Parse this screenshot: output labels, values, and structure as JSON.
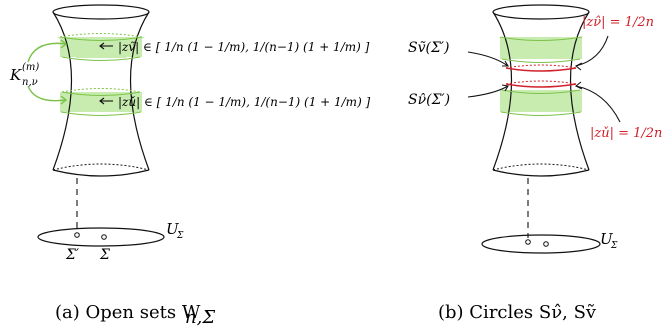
{
  "panel_a": {
    "upper_label": "|zṽ| ∈ [ 1/n (1 − 1/m), 1/(n−1) (1 + 1/m) ]",
    "lower_label": "|zǔ| ∈ [ 1/n (1 − 1/m), 1/(n−1) (1 + 1/m) ]",
    "k_label": "K",
    "k_sup": "(m)",
    "k_sub": "n,ν",
    "u_label": "U",
    "u_sub": "Σ",
    "sigma_prime": "Σ′",
    "sigma": "Σ",
    "caption": "(a) Open sets W",
    "caption_sub": "n,Σ"
  },
  "panel_b": {
    "s_upper": "Sṽ(Σ′)",
    "s_lower": "Sν̂(Σ′)",
    "red_upper": "|zν̂| = 1/2n",
    "red_lower": "|zǔ| = 1/2n",
    "u_label": "U",
    "u_sub": "Σ",
    "caption": "(b) Circles Sν̂, Sṽ"
  },
  "colors": {
    "band": "#c8ecb0",
    "band_edge": "#7cc24a",
    "red": "#d0202a",
    "ink": "#111111"
  }
}
